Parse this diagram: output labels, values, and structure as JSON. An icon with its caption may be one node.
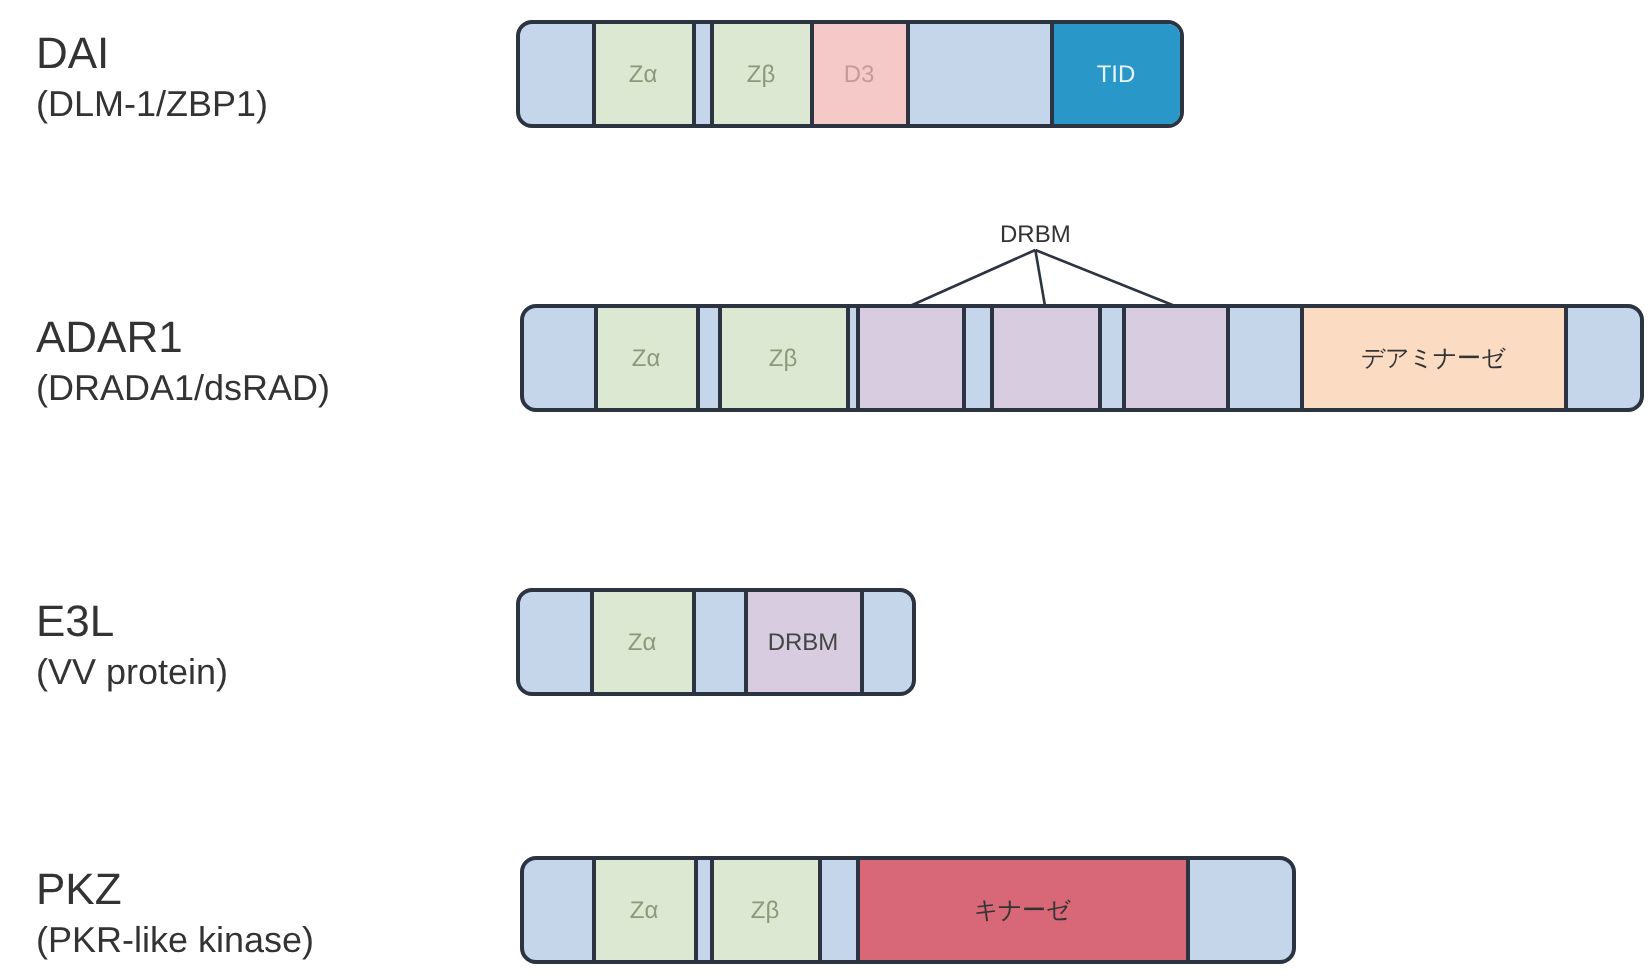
{
  "diagram": {
    "nodes": [
      {
        "text": [],
        "shape": "bar",
        "beside": [
          "DAI",
          "(DLM-1/ZBP1)"
        ]
      },
      {
        "text": [
          "Zα"
        ],
        "in": 0
      },
      {
        "text": [
          "Zβ"
        ],
        "in": 0
      },
      {
        "text": [
          "D3"
        ],
        "in": 0
      },
      {
        "text": [
          "TID"
        ],
        "in": 0
      },
      {
        "text": [
          "DRBM"
        ]
      },
      {
        "text": [],
        "shape": "bar",
        "beside": [
          "ADAR1",
          "(DRADA1/dsRAD)"
        ]
      },
      {
        "text": [
          "Zα"
        ],
        "in": 6
      },
      {
        "text": [
          "Zβ"
        ],
        "in": 6
      },
      {
        "text": [],
        "shape": "box",
        "in": 6
      },
      {
        "text": [],
        "shape": "box",
        "in": 6
      },
      {
        "text": [],
        "shape": "box",
        "in": 6
      },
      {
        "text": [
          "デアミナーゼ"
        ],
        "in": 6
      },
      {
        "text": [],
        "shape": "bar",
        "beside": [
          "E3L",
          "(VV protein)"
        ]
      },
      {
        "text": [
          "Zα"
        ],
        "in": 13
      },
      {
        "text": [
          "DRBM"
        ],
        "in": 13
      },
      {
        "text": [],
        "shape": "bar",
        "beside": [
          "PKZ",
          "(PKR-like kinase)"
        ]
      },
      {
        "text": [
          "Zα"
        ],
        "in": 16
      },
      {
        "text": [
          "Zβ"
        ],
        "in": 16
      },
      {
        "text": [
          "キナーゼ"
        ],
        "in": 16
      }
    ],
    "edges": [
      {
        "from": 5,
        "to": 9,
        "arrow": "none"
      },
      {
        "from": 5,
        "to": 10,
        "arrow": "none"
      },
      {
        "from": 5,
        "to": 11,
        "arrow": "none"
      }
    ]
  }
}
